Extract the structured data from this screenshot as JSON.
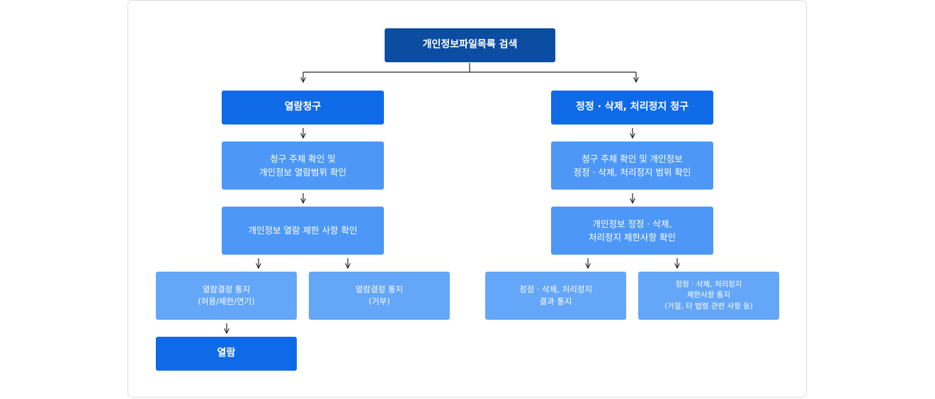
{
  "flow": {
    "root": "개인정보파일목록 검색",
    "left": {
      "request": "열람청구",
      "step1": "청구 주체 확인 및\n개인정보 열람범위 확인",
      "step2": "개인정보 열람 제한 사항 확인",
      "result_allow": "열람결정 통지\n(허용/제한/연기)",
      "result_deny": "열람결정 통지\n(거부)",
      "final": "열람"
    },
    "right": {
      "request": "정정 · 삭제, 처리정지 청구",
      "step1": "청구 주체 확인 및 개인정보\n정정 · 삭제, 처리정지 범위 확인",
      "step2": "개인정보 정정 · 삭제,\n처리정지 제한사항 확인",
      "result_done": "정정 · 삭제, 처리정지\n결과 통지",
      "result_limit": "정정 · 삭제, 처리정지\n제한사항 통지\n(거절, 타 법령 관련 사항 등)"
    }
  },
  "colors": {
    "root": "#0c4da2",
    "primary": "#0f6ae8",
    "step": "#4d98f7",
    "leaf": "#64a6f8",
    "line": "#222222"
  }
}
